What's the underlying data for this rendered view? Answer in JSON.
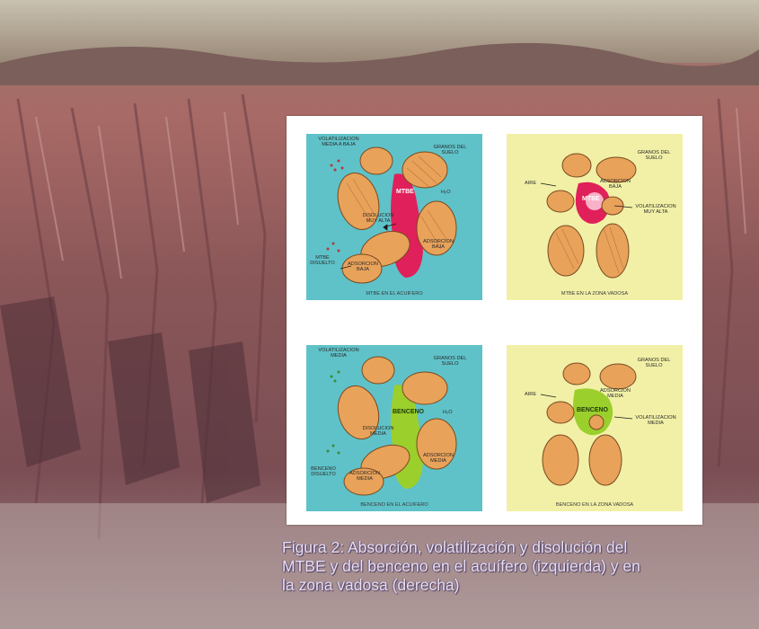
{
  "colors": {
    "aquifer_bg": "#5fc2c8",
    "vadose_bg": "#f1f0a6",
    "grain_fill": "#e8a25a",
    "grain_stroke": "#7a4a20",
    "mtbe_plume": "#e0205a",
    "benzene_plume": "#9bcf2b"
  },
  "panels": {
    "top_left": {
      "volatilization": [
        "VOLATILIZACION",
        "MEDIA A BAJA"
      ],
      "grains": [
        "GRANOS DEL",
        "SUELO"
      ],
      "plume": "MTBE",
      "water": "H₂O",
      "dissolution": [
        "DISOLUCION",
        "MUY ALTA"
      ],
      "adsorption_right": [
        "ADSORCION",
        "BAJA"
      ],
      "adsorption_left": [
        "ADSORCION",
        "BAJA"
      ],
      "dissolved": [
        "MTBE",
        "DISUELTO"
      ],
      "caption": "MTBE EN EL ACUIFERO"
    },
    "top_right": {
      "grains": [
        "GRANOS DEL",
        "SUELO"
      ],
      "air": "AIRE",
      "adsorption": [
        "ADSORCION",
        "BAJA"
      ],
      "plume": "MTBE",
      "volatilization": [
        "VOLATILIZACION",
        "MUY ALTA"
      ],
      "caption": "MTBE EN LA ZONA VADOSA"
    },
    "bottom_left": {
      "volatilization": [
        "VOLATILIZACION",
        "MEDIA"
      ],
      "grains": [
        "GRANOS DEL",
        "SUELO"
      ],
      "plume": "BENCENO",
      "water": "H₂O",
      "dissolution": [
        "DISOLUCION",
        "MEDIA"
      ],
      "adsorption_right": [
        "ADSORCION",
        "MEDIA"
      ],
      "adsorption_left": [
        "ADSORCION",
        "MEDIA"
      ],
      "dissolved": [
        "BENCENO",
        "DISUELTO"
      ],
      "caption": "BENCENO EN EL ACUIFERO"
    },
    "bottom_right": {
      "grains": [
        "GRANOS DEL",
        "SUELO"
      ],
      "air": "AIRE",
      "adsorption": [
        "ADSORCION",
        "MEDIA"
      ],
      "plume": "BENCENO",
      "volatilization": [
        "VOLATILIZACION",
        "MEDIA"
      ],
      "caption": "BENCENO EN LA ZONA VADOSA"
    }
  },
  "caption": {
    "lines": [
      "Figura 2: Absorción, volatilización y disolución del",
      "MTBE y del benceno en el acuífero (izquierda) y en",
      "la zona vadosa (derecha)"
    ]
  }
}
